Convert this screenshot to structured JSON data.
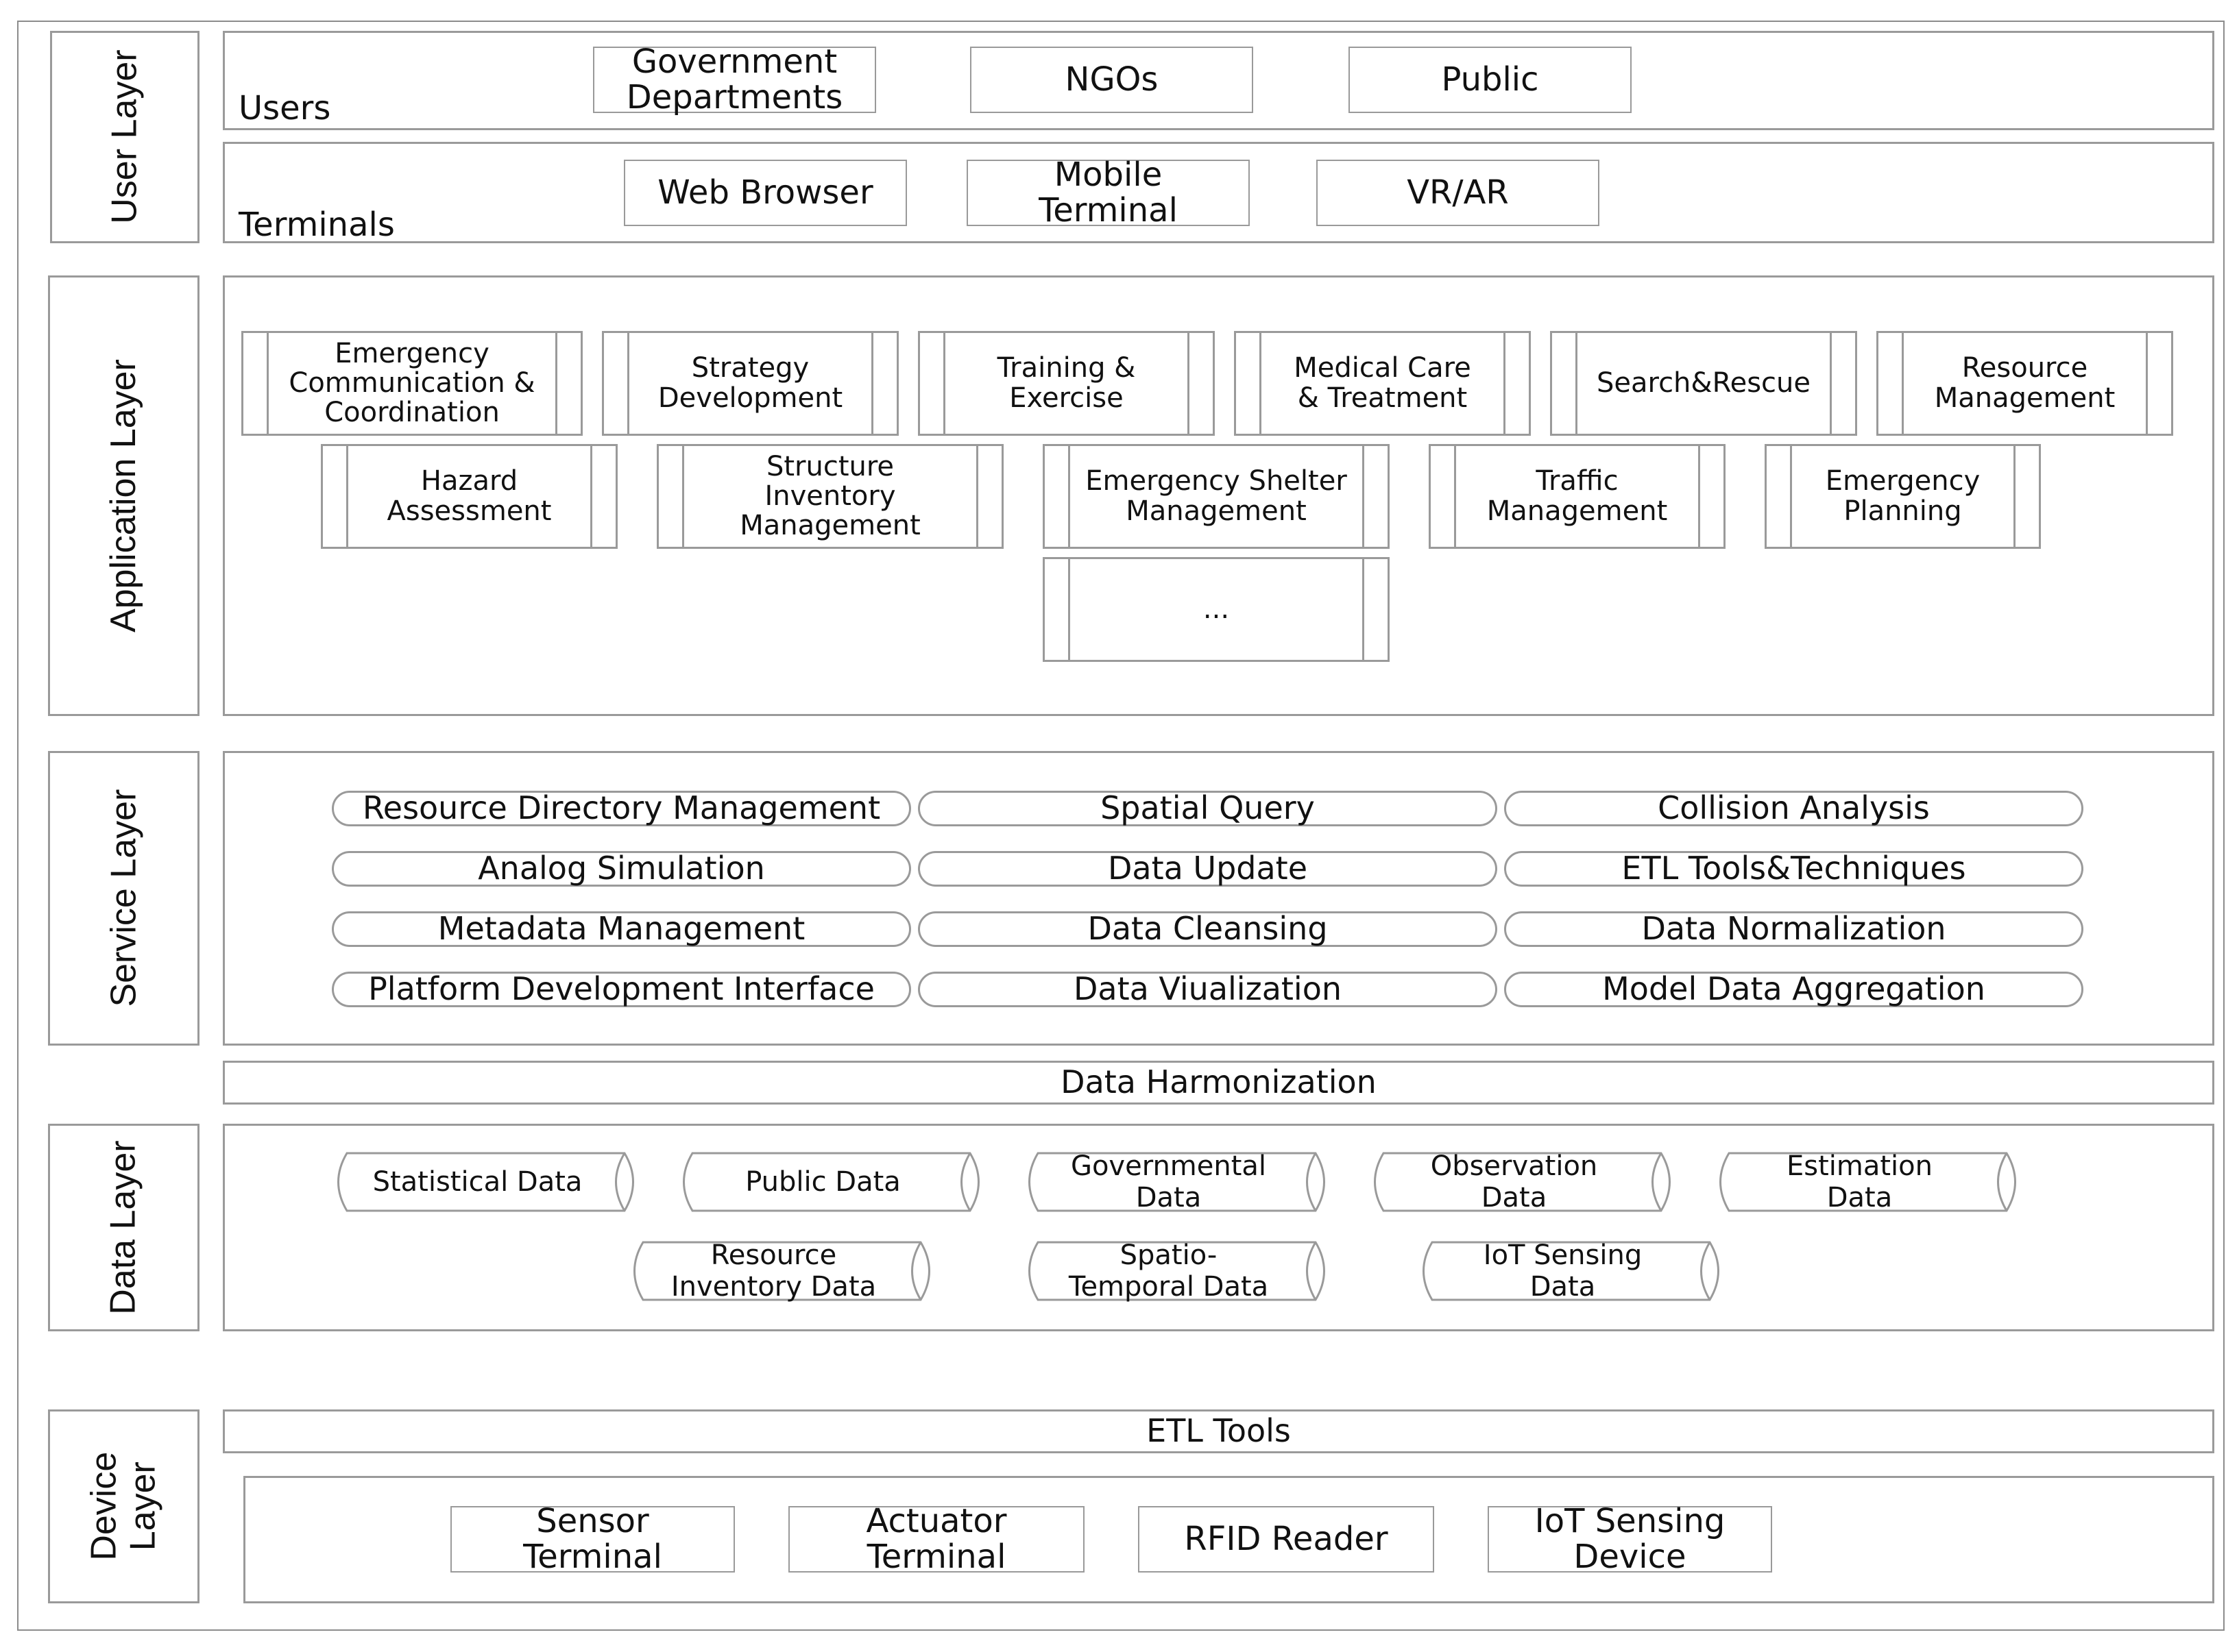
{
  "layers": {
    "user": "User Layer",
    "application": "Application Layer",
    "service": "Service Layer",
    "data": "Data Layer",
    "device": "Device\nLayer"
  },
  "user_layer": {
    "users_label": "Users",
    "users": [
      "Government\nDepartments",
      "NGOs",
      "Public"
    ],
    "terminals_label": "Terminals",
    "terminals": [
      "Web Browser",
      "Mobile\nTerminal",
      "VR/AR"
    ]
  },
  "application_layer": {
    "row1": [
      "Emergency\nCommunication &\nCoordination",
      "Strategy\nDevelopment",
      "Training &\nExercise",
      "Medical Care\n& Treatment",
      "Search&Rescue",
      "Resource\nManagement"
    ],
    "row2": [
      "Hazard\nAssessment",
      "Structure\nInventory\nManagement",
      "Emergency Shelter\nManagement",
      "Traffic\nManagement",
      "Emergency\nPlanning"
    ],
    "more": "..."
  },
  "service_layer": {
    "services": [
      "Resource Directory Management",
      "Spatial Query",
      "Collision Analysis",
      "Analog Simulation",
      "Data Update",
      "ETL Tools&Techniques",
      "Metadata Management",
      "Data Cleansing",
      "Data Normalization",
      "Platform Development Interface",
      "Data Viualization",
      "Model Data Aggregation"
    ]
  },
  "data_harmonization": "Data Harmonization",
  "data_layer": {
    "row1": [
      "Statistical Data",
      "Public Data",
      "Governmental\nData",
      "Observation\nData",
      "Estimation\nData"
    ],
    "row2": [
      "Resource\nInventory Data",
      "Spatio-\nTemporal Data",
      "IoT Sensing\nData"
    ]
  },
  "etl_tools": "ETL Tools",
  "device_layer": {
    "devices": [
      "Sensor\nTerminal",
      "Actuator\nTerminal",
      "RFID Reader",
      "IoT Sensing\nDevice"
    ]
  }
}
